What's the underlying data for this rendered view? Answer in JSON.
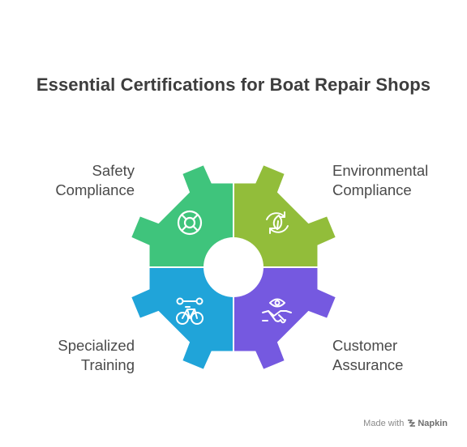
{
  "title": "Essential Certifications for Boat Repair Shops",
  "segments": [
    {
      "id": "safety",
      "line1": "Safety",
      "line2": "Compliance",
      "color": "#3fc47c",
      "icon": "lifebuoy-icon"
    },
    {
      "id": "environmental",
      "line1": "Environmental",
      "line2": "Compliance",
      "color": "#92bd3a",
      "icon": "eco-cycle-leaf-icon"
    },
    {
      "id": "training",
      "line1": "Specialized",
      "line2": "Training",
      "color": "#20a4d9",
      "icon": "wrench-bicycle-icon"
    },
    {
      "id": "customer",
      "line1": "Customer",
      "line2": "Assurance",
      "color": "#7559e0",
      "icon": "eye-handshake-icon"
    }
  ],
  "footer": {
    "made_with": "Made with",
    "brand": "Napkin"
  }
}
